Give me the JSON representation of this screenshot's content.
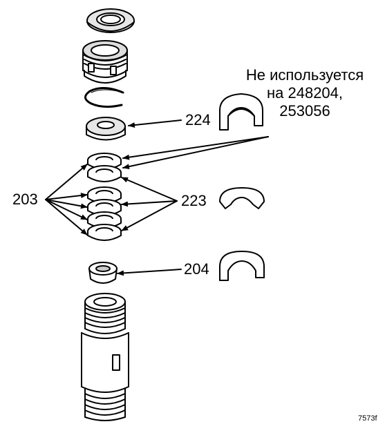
{
  "note": {
    "line1": "Не используется",
    "line2": "на 248204,",
    "line3": "253056"
  },
  "labels": {
    "part_224": "224",
    "part_203": "203",
    "part_223": "223",
    "part_204": "204"
  },
  "figure_id": "7573f"
}
